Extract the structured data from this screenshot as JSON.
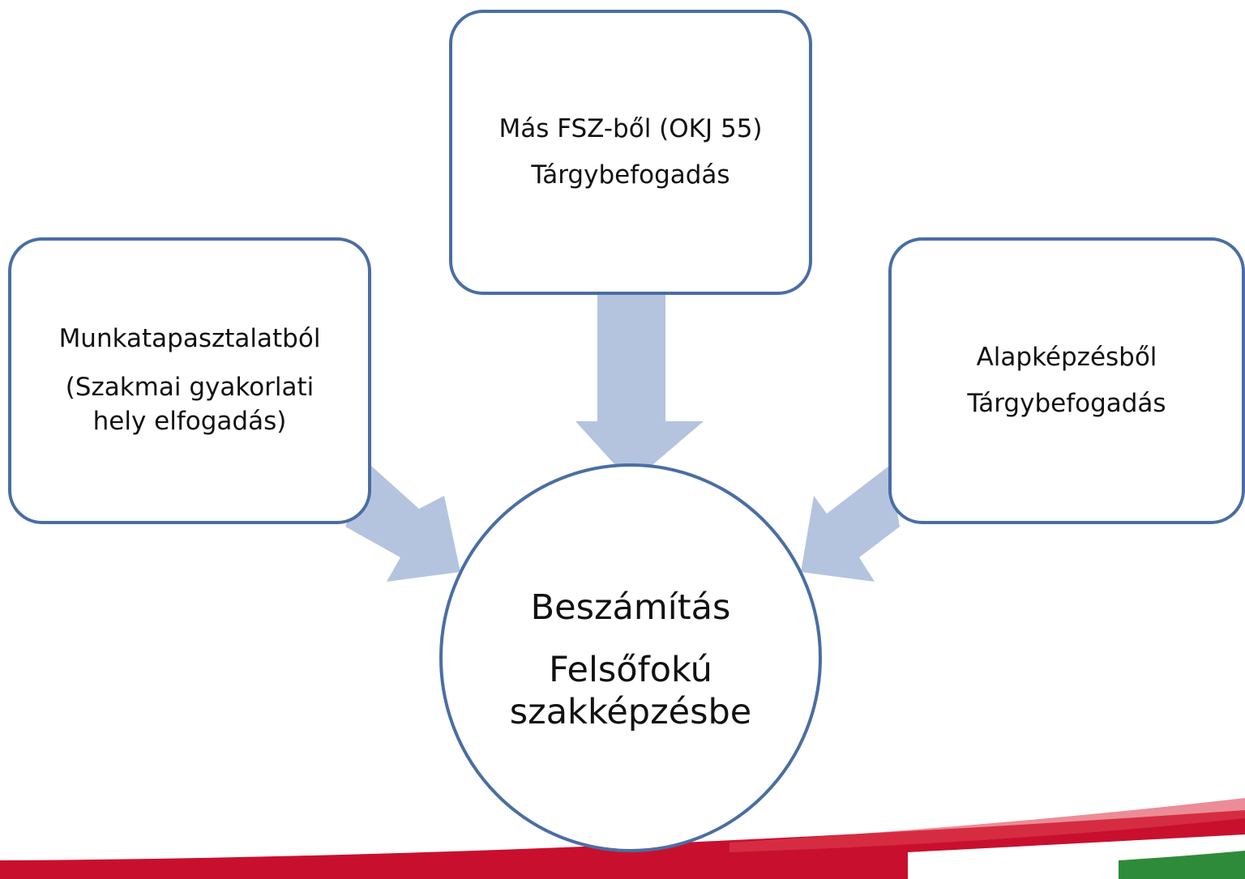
{
  "diagram": {
    "top_box": {
      "line1": "Más FSZ-ből (OKJ 55)",
      "line2": "Tárgybefogadás"
    },
    "left_box": {
      "line1": "Munkatapasztalatból",
      "line2": "(Szakmai gyakorlati",
      "line3": "hely elfogadás)"
    },
    "right_box": {
      "line1": "Alapképzésből",
      "line2": "Tárgybefogadás"
    },
    "center_circle": {
      "line1": "Beszámítás",
      "line2": "Felsőfokú",
      "line3": "szakképzésbe"
    }
  },
  "colors": {
    "box_stroke": "#4a6ea3",
    "arrow_fill": "#b4c4df",
    "text": "#111111",
    "ribbon_red": "#c8102e",
    "ribbon_green": "#2e8b3a"
  }
}
